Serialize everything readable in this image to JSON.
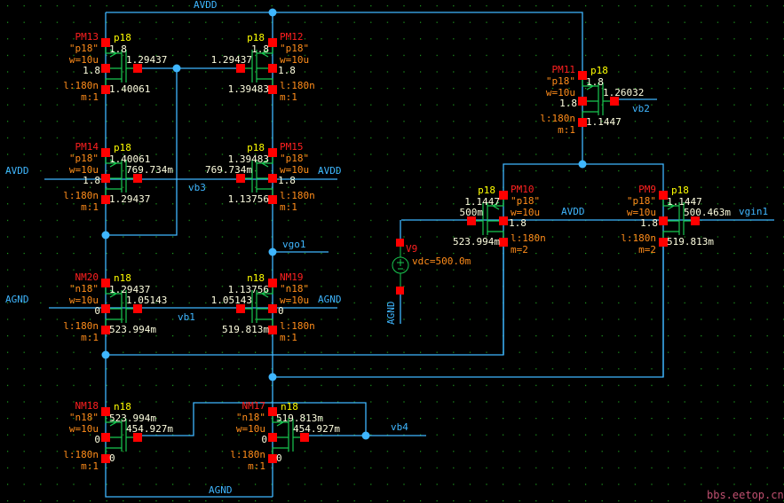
{
  "colors": {
    "wire": "#3fb6ff",
    "pin": "#ff0000",
    "symbol": "#18c850",
    "name": "#ff2020",
    "model": "#ffff00",
    "param": "#ff8c1a",
    "value": "#ffffe0",
    "net": "#3fb6ff",
    "grid": "#1fa01f",
    "watermark": "#c05070"
  },
  "devices": [
    {
      "name": "PM13",
      "model": "p18",
      "cell": "\"p18\"",
      "w": "w=10u",
      "l": "l:180n",
      "m": "m:1",
      "v_top": "1.8",
      "v_body": "1.8",
      "v_gate": "1.29437",
      "v_bot": "1.40061"
    },
    {
      "name": "PM12",
      "model": "p18",
      "cell": "\"p18\"",
      "w": "w=10u",
      "l": "l:180n",
      "m": "m:1",
      "v_top": "1.8",
      "v_body": "1.8",
      "v_gate": "1.29437",
      "v_bot": "1.39483"
    },
    {
      "name": "PM14",
      "model": "p18",
      "cell": "\"p18\"",
      "w": "w=10u",
      "l": "l:180n",
      "m": "m:1",
      "v_top": "1.40061",
      "v_body": "1.8",
      "v_gate": "769.734m",
      "v_bot": "1.29437"
    },
    {
      "name": "PM15",
      "model": "p18",
      "cell": "\"p18\"",
      "w": "w=10u",
      "l": "l:180n",
      "m": "m:1",
      "v_top": "1.39483",
      "v_body": "1.8",
      "v_gate": "769.734m",
      "v_bot": "1.13756"
    },
    {
      "name": "NM20",
      "model": "n18",
      "cell": "\"n18\"",
      "w": "w=10u",
      "l": "l:180n",
      "m": "m:1",
      "v_top": "1.29437",
      "v_body": "0",
      "v_gate": "1.05143",
      "v_bot": "523.994m"
    },
    {
      "name": "NM19",
      "model": "n18",
      "cell": "\"n18\"",
      "w": "w=10u",
      "l": "l:180n",
      "m": "m:1",
      "v_top": "1.13756",
      "v_body": "0",
      "v_gate": "1.05143",
      "v_bot": "519.813m"
    },
    {
      "name": "NM18",
      "model": "n18",
      "cell": "\"n18\"",
      "w": "w=10u",
      "l": "l:180n",
      "m": "m:1",
      "v_top": "523.994m",
      "v_body": "0",
      "v_gate": "454.927m",
      "v_bot": "0"
    },
    {
      "name": "NM17",
      "model": "n18",
      "cell": "\"n18\"",
      "w": "w=10u",
      "l": "l:180n",
      "m": "m:1",
      "v_top": "519.813m",
      "v_body": "0",
      "v_gate": "454.927m",
      "v_bot": "0"
    },
    {
      "name": "PM11",
      "model": "p18",
      "cell": "\"p18\"",
      "w": "w=10u",
      "l": "l:180n",
      "m": "m:1",
      "v_top": "1.8",
      "v_body": "1.8",
      "v_gate": "1.26032",
      "v_bot": "1.1447"
    },
    {
      "name": "PM10",
      "model": "p18",
      "cell": "\"p18\"",
      "w": "w=10u",
      "l": "l:180n",
      "m": "m=2",
      "v_top": "1.1447",
      "v_body": "1.8",
      "v_gate": "500m",
      "v_bot": "523.994m"
    },
    {
      "name": "PM9",
      "model": "p18",
      "cell": "\"p18\"",
      "w": "w=10u",
      "l": "l:180n",
      "m": "m=2",
      "v_top": "1.1447",
      "v_body": "1.8",
      "v_gate": "500.463m",
      "v_bot": "519.813m"
    }
  ],
  "source": {
    "name": "V9",
    "param": "vdc=500.0m"
  },
  "nets": [
    "AVDD",
    "AVDD",
    "vb3",
    "AVDD",
    "vgo1",
    "AGND",
    "vb1",
    "AGND",
    "AGND",
    "vb4",
    "vb2",
    "AVDD",
    "vgin1",
    "AGND"
  ],
  "watermark": "bbs.eetop.cn"
}
